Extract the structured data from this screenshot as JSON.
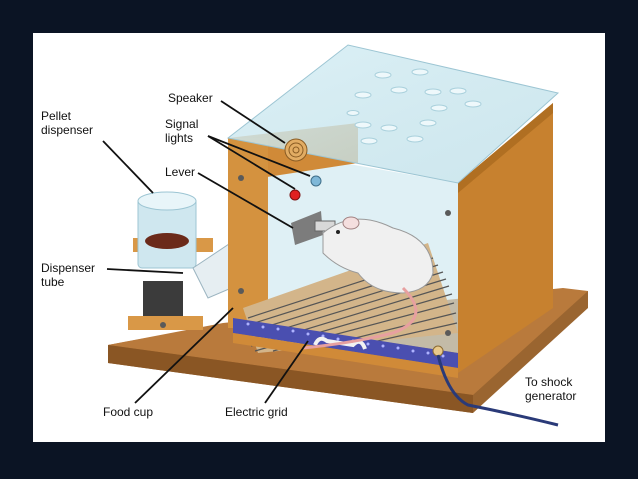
{
  "labels": {
    "pellet_dispenser": [
      "Pellet",
      "dispenser"
    ],
    "speaker": "Speaker",
    "signal_lights": [
      "Signal",
      "lights"
    ],
    "lever": "Lever",
    "dispenser_tube": [
      "Dispenser",
      "tube"
    ],
    "food_cup": "Food cup",
    "electric_grid": "Electric grid",
    "shock_generator": [
      "To shock",
      "generator"
    ]
  },
  "colors": {
    "background": "#0b1424",
    "panel": "#ffffff",
    "wood": "#d9913e",
    "wood_dark": "#b76f23",
    "glass": "#c9e6ee",
    "grid_strip": "#4a4fb0",
    "red_light": "#e02020",
    "blue_light": "#7fb8d8"
  }
}
